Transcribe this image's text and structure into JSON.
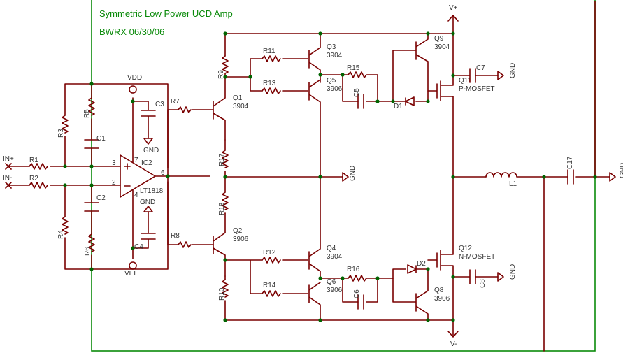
{
  "title": "Symmetric Low Power UCD Amp",
  "subtitle": "BWRX 06/30/06",
  "colors": {
    "wire": "#7a0000",
    "junction": "#006400",
    "frame": "#0a8a0a",
    "text": "#333333"
  },
  "labels": {
    "vplus": "V+",
    "vminus": "V-",
    "vdd": "VDD",
    "vee": "VEE",
    "inp": "IN+",
    "inm": "IN-",
    "gnd": "GND",
    "ic": "IC2",
    "opamp": "LT1818",
    "pin3": "3",
    "pin2": "2",
    "pin7": "7",
    "pin4": "4",
    "pin6": "6",
    "r1": "R1",
    "r2": "R2",
    "r3": "R3",
    "r4": "R4",
    "r5": "R5",
    "r6": "R6",
    "r7": "R7",
    "r8": "R8",
    "r9": "R9",
    "r10": "R10",
    "r11": "R11",
    "r12": "R12",
    "r13": "R13",
    "r14": "R14",
    "r15": "R15",
    "r16": "R16",
    "r17": "R17",
    "r18": "R18",
    "c1": "C1",
    "c2": "C2",
    "c3": "C3",
    "c4": "C4",
    "c5": "C5",
    "c6": "C6",
    "c7": "C7",
    "c8": "C8",
    "c17": "C17",
    "q1": "Q1",
    "q1v": "3904",
    "q2": "Q2",
    "q2v": "3906",
    "q3": "Q3",
    "q3v": "3904",
    "q4": "Q4",
    "q4v": "3904",
    "q5": "Q5",
    "q5v": "3906",
    "q6": "Q6",
    "q6v": "3906",
    "q8": "Q8",
    "q8v": "3906",
    "q9": "Q9",
    "q9v": "3904",
    "q11": "Q11",
    "q11v": "P-MOSFET",
    "q12": "Q12",
    "q12v": "N-MOSFET",
    "d1": "D1",
    "d2": "D2",
    "l1": "L1"
  }
}
